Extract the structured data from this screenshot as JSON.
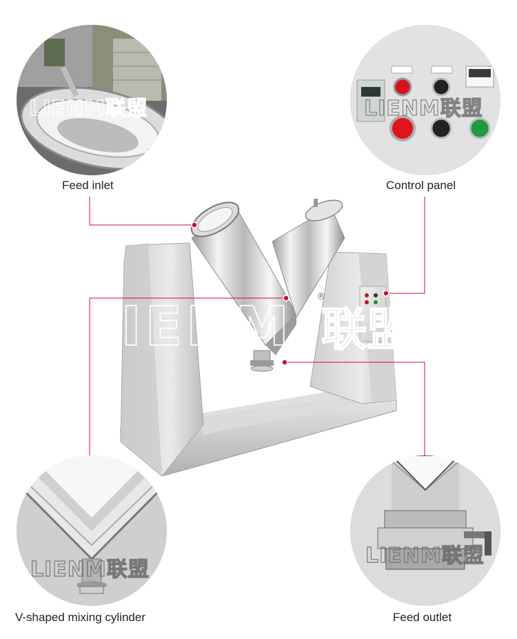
{
  "callouts": {
    "feed_inlet": "Feed inlet",
    "control_panel": "Control panel",
    "v_cylinder": "V-shaped mixing cylinder",
    "feed_outlet": "Feed outlet"
  },
  "watermark": {
    "brand": "LIENM",
    "brand_cn": "联盟",
    "registered": "®"
  },
  "colors": {
    "leader_line": "#c8102e",
    "steel_light": "#eeeeee",
    "steel_dark": "#9a9a9a"
  }
}
